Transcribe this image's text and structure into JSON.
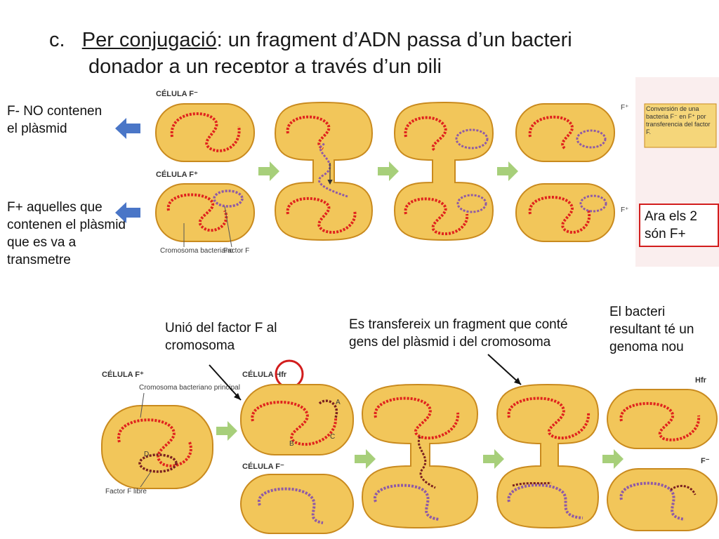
{
  "title": {
    "prefix": "c.",
    "underlined": "Per conjugació",
    "rest1": ": un fragment d’ADN passa d’un bacteri",
    "line2": "donador a un receptor a través d’un pili"
  },
  "notes": {
    "f_minus": "F-  NO contenen el plàsmid",
    "f_plus": "F+  aquelles que contenen el plàsmid que es va a transmetre",
    "both_f_plus": "Ara els 2 són F+",
    "union": "Unió del factor F al cromosoma",
    "transfer": "Es transfereix un fragment que conté gens del plàsmid i del cromosoma",
    "result": "El bacteri resultant té un genoma nou"
  },
  "diagram_top": {
    "label_cell_fminus": "CÉLULA F⁻",
    "label_cell_fplus": "CÉLULA F⁺",
    "label_chromosome": "Cromosoma bacteriano",
    "label_factor": "Factor F",
    "label_fplus_top": "F⁺",
    "label_fplus_bottom": "F⁺",
    "caption": "Conversión de una bacteria F⁻ en F⁺ por transferencia del factor F."
  },
  "diagram_bottom": {
    "label_cell_fplus": "CÉLULA F⁺",
    "label_main_chrom": "Cromosoma bacteriano principal",
    "label_free_factor": "Factor F libre",
    "label_cell_hfr": "CÉLULA Hfr",
    "label_cell_fminus": "CÉLULA F⁻",
    "label_hfr": "Hfr",
    "label_fminus": "F⁻",
    "gene_a": "A",
    "gene_b": "B",
    "gene_c": "C",
    "gene_d": "D"
  },
  "colors": {
    "cell_fill": "#f2c65a",
    "cell_stroke": "#c98a1e",
    "chromosome": "#e0231d",
    "plasmid": "#8f5aa6",
    "arrow_green": "#a7cf7a",
    "arrow_blue": "#4a76c7",
    "box_red": "#d21d1d"
  }
}
